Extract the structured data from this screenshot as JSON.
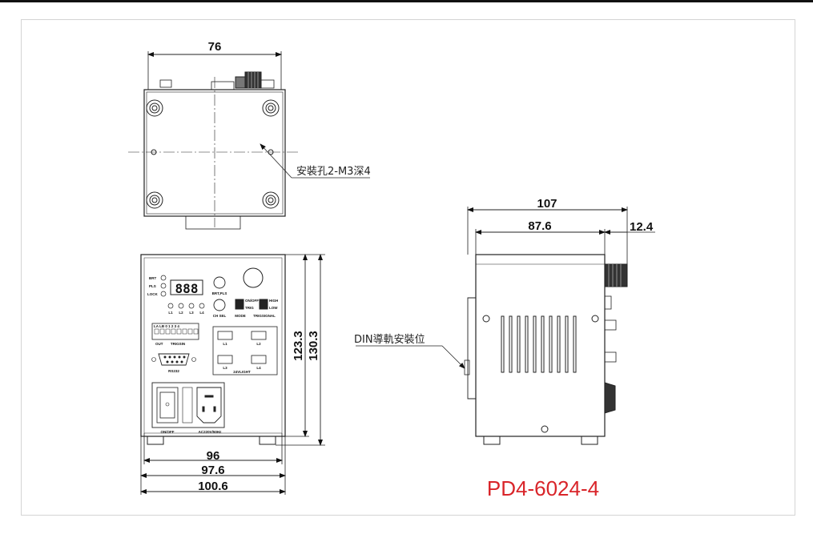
{
  "drawing": {
    "model_number": "PD4-6024-4",
    "top_view": {
      "width_dim": "76",
      "mount_note": "安裝孔2-M3深4"
    },
    "front_view": {
      "height_inner": "123.3",
      "height_outer": "130.3",
      "width_1": "96",
      "width_2": "97.6",
      "width_3": "100.6",
      "panel": {
        "leds": [
          "BRT",
          "PLS",
          "LOCK"
        ],
        "display": "888",
        "knob_label": "BRT,PLS",
        "ch_label": "CH SEL",
        "ch_leds": [
          "L1",
          "L2",
          "L3",
          "L4"
        ],
        "switch1_top": "ON/OFF",
        "switch1_bottom": "TRIG",
        "switch1_caption": "MODE",
        "switch2_top": "HIGH",
        "switch2_bottom": "LOW",
        "switch2_caption": "TRIGSIGNAL",
        "terminal_top": "LA LB 0 1 2 3 4",
        "terminal_out": "OUT",
        "terminal_caption": "TRIGSIN",
        "serial_label": "RS232",
        "ports": [
          "L1",
          "L2",
          "L3",
          "L4"
        ],
        "ports_caption": "24VLIGHT",
        "power_switch_label": "ON/OFF",
        "ac_label": "AC220V/50Hz"
      }
    },
    "side_view": {
      "total_width": "107",
      "body_width": "87.6",
      "knob_depth": "12.4",
      "din_note": "DIN導軌安裝位"
    }
  }
}
